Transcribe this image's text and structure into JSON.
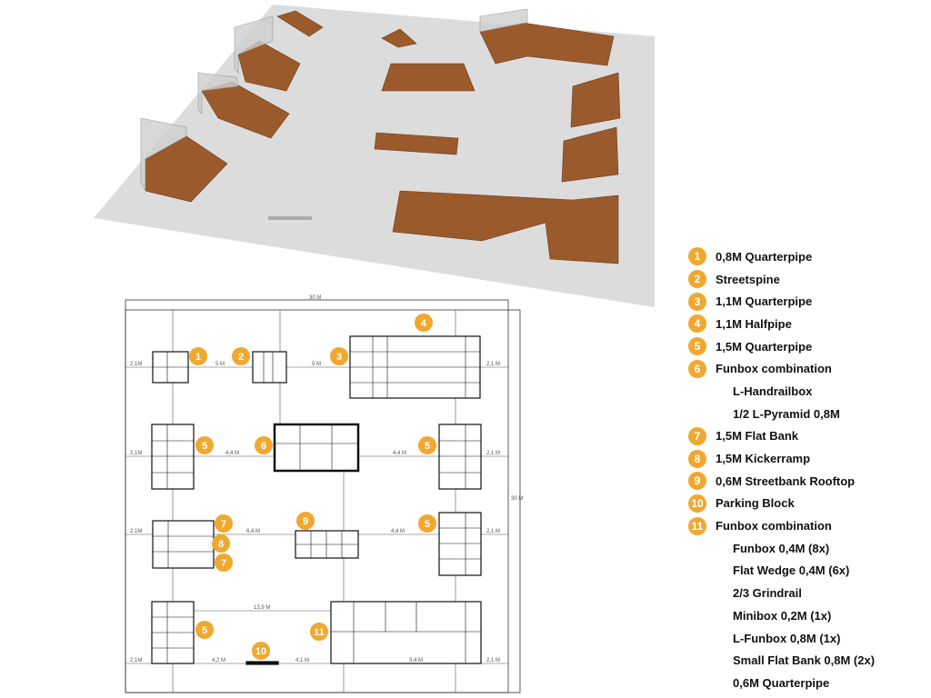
{
  "legend": [
    {
      "num": "1",
      "label": "0,8M Quarterpipe"
    },
    {
      "num": "2",
      "label": "Streetspine"
    },
    {
      "num": "3",
      "label": "1,1M Quarterpipe"
    },
    {
      "num": "4",
      "label": "1,1M Halfpipe"
    },
    {
      "num": "5",
      "label": "1,5M Quarterpipe"
    },
    {
      "num": "6",
      "label": "Funbox combination"
    },
    {
      "num": "",
      "label": "L-Handrailbox"
    },
    {
      "num": "",
      "label": "1/2 L-Pyramid 0,8M"
    },
    {
      "num": "7",
      "label": "1,5M Flat Bank"
    },
    {
      "num": "8",
      "label": "1,5M Kickerramp"
    },
    {
      "num": "9",
      "label": "0,6M Streetbank Rooftop"
    },
    {
      "num": "10",
      "label": "Parking Block"
    },
    {
      "num": "11",
      "label": "Funbox combination"
    },
    {
      "num": "",
      "label": "Funbox 0,4M (8x)"
    },
    {
      "num": "",
      "label": "Flat Wedge 0,4M (6x)"
    },
    {
      "num": "",
      "label": "2/3 Grindrail"
    },
    {
      "num": "",
      "label": "Minibox 0,2M (1x)"
    },
    {
      "num": "",
      "label": "L-Funbox 0,8M (1x)"
    },
    {
      "num": "",
      "label": "Small Flat Bank 0,8M (2x)"
    },
    {
      "num": "",
      "label": "0,6M Quarterpipe"
    }
  ],
  "plan": {
    "markers": [
      "1",
      "2",
      "3",
      "4",
      "5",
      "6",
      "5",
      "7",
      "8",
      "7",
      "9",
      "5",
      "5",
      "10",
      "11"
    ],
    "dimensions": {
      "overall_width": "30 M",
      "overall_depth": "30 M",
      "d1": "2,1M",
      "d2": "5 M",
      "d3": "5 M",
      "d4": "2,1 M",
      "d5": "2,1M",
      "d6": "4,4 M",
      "d7": "4,4 M",
      "d8": "2,1 M",
      "d9": "2,1M",
      "d10": "6,4 M",
      "d11": "4,4 M",
      "d12": "2,1 M",
      "d13": "13,9 M",
      "d14": "2,1M",
      "d15": "4,2 M",
      "d16": "4,1 M",
      "d17": "3,4 M",
      "d18": "2,1 M"
    }
  },
  "colors": {
    "marker": "#f0a830",
    "wood": "#9a5a2c",
    "floor": "#dcdcdc"
  }
}
